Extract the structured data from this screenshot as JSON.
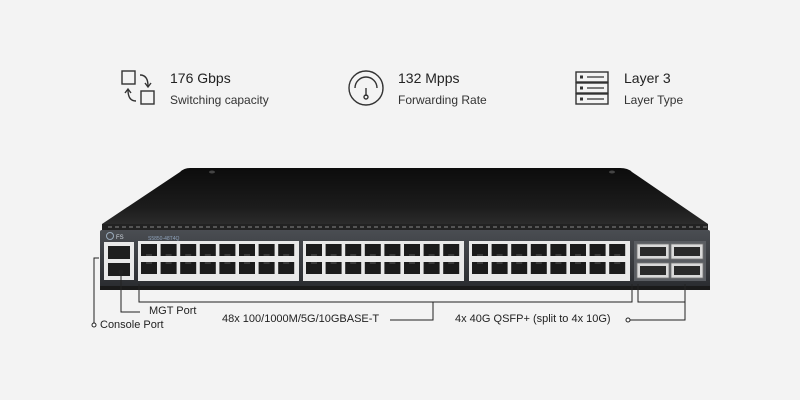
{
  "specs": [
    {
      "value": "176 Gbps",
      "label": "Switching capacity",
      "icon": "switch-arrows-icon"
    },
    {
      "value": "132 Mpps",
      "label": "Forwarding Rate",
      "icon": "gauge-icon"
    },
    {
      "value": "Layer 3",
      "label": "Layer Type",
      "icon": "server-stack-icon"
    }
  ],
  "device": {
    "brand": "FS",
    "model": "S5850-48T4Q"
  },
  "callouts": {
    "mgt_port": "MGT Port",
    "console_port": "Console Port",
    "rj45": "48x 100/1000M/5G/10GBASE-T",
    "qsfp": "4x 40G QSFP+ (split to 4x 10G)"
  },
  "colors": {
    "body": "#141414",
    "panel": "#3a3d42",
    "port_frame": "#e9e9e9",
    "accent": "#6e8fb6"
  }
}
